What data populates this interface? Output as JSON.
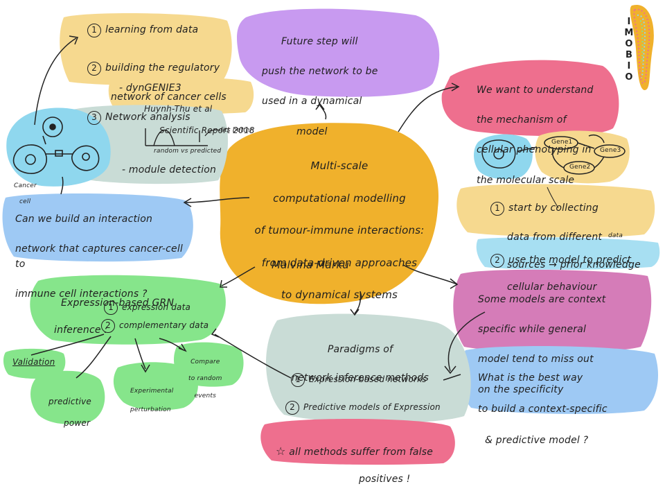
{
  "palette": {
    "orange": "#f0b12c",
    "yellow": "#f6d98f",
    "cyan": "#8fd7ee",
    "blue": "#9ec9f4",
    "purple": "#c89af0",
    "pink": "#ee6f8e",
    "green": "#86e58b",
    "grey": "#c9dcd6",
    "mauve": "#d57cb8",
    "lightblue": "#a7dff2"
  },
  "central": {
    "lines": [
      "Multi-scale",
      "computational modelling",
      "of tumour-immune interactions:",
      "from data-driven approaches",
      "to dynamical systems"
    ],
    "author": "Malvina Marku"
  },
  "logo": {
    "letters": "IMOBIO"
  },
  "future": {
    "lines": [
      "Future step will",
      "push the network to be",
      "used in a dynamical",
      "model"
    ]
  },
  "understand": {
    "lines": [
      "We want to understand",
      "the mechanism of",
      "cellular phenotyping in",
      "the molecular scale"
    ]
  },
  "genes": {
    "g1": "Gene1",
    "g2": "Gene2",
    "g3": "Gene3"
  },
  "steps_right": {
    "s1": {
      "num": "1",
      "lines": [
        "start by collecting",
        "data from different",
        "sources → prior knowledge"
      ],
      "note": "data"
    },
    "s2": {
      "num": "2",
      "lines": [
        "use the model to predict",
        "cellular behaviour"
      ]
    }
  },
  "context": {
    "lines": [
      "Some models are context",
      "specific while general",
      "model tend to miss out",
      "on the specificity"
    ]
  },
  "best_way": {
    "lines": [
      "What is the best way",
      "to build a context-specific",
      "& predictive model ?"
    ]
  },
  "paradigms": {
    "title": [
      "Paradigms of",
      "network inference methods"
    ],
    "i1": {
      "num": "1",
      "text": "Expression-based networks"
    },
    "i2": {
      "num": "2",
      "text": "Predictive models of Expression"
    }
  },
  "falsepos": {
    "lines": [
      "all methods suffer from false",
      "positives !"
    ]
  },
  "grn": {
    "title": [
      "Expression-based GRN",
      "inference :"
    ],
    "i1": {
      "num": "1",
      "text": "expression data"
    },
    "i2": {
      "num": "2",
      "text": "complementary data"
    },
    "validation": "Validation",
    "predictive": [
      "predictive",
      "power"
    ],
    "experimental": [
      "Experimental",
      "perturbation"
    ],
    "compare": [
      "Compare",
      "to random",
      "events"
    ]
  },
  "question": {
    "lines": [
      "Can we build an interaction",
      "network that captures cancer-cell to",
      "immune cell interactions ?"
    ]
  },
  "learning": {
    "i1": {
      "num": "1",
      "text": "learning from data"
    },
    "i2": {
      "num": "2",
      "lines": [
        "building the regulatory",
        "network of cancer cells"
      ]
    },
    "tool": "- dynGENIE3",
    "ref": [
      "Huynh-Thu et al",
      "Scientific Report 2018"
    ],
    "i3": {
      "num": "3",
      "text": "Network analysis"
    },
    "plot_note": "fits better",
    "plot_caption": "random vs predicted",
    "module": "- module detection",
    "cancer_cell": [
      "Cancer",
      "cell"
    ]
  }
}
